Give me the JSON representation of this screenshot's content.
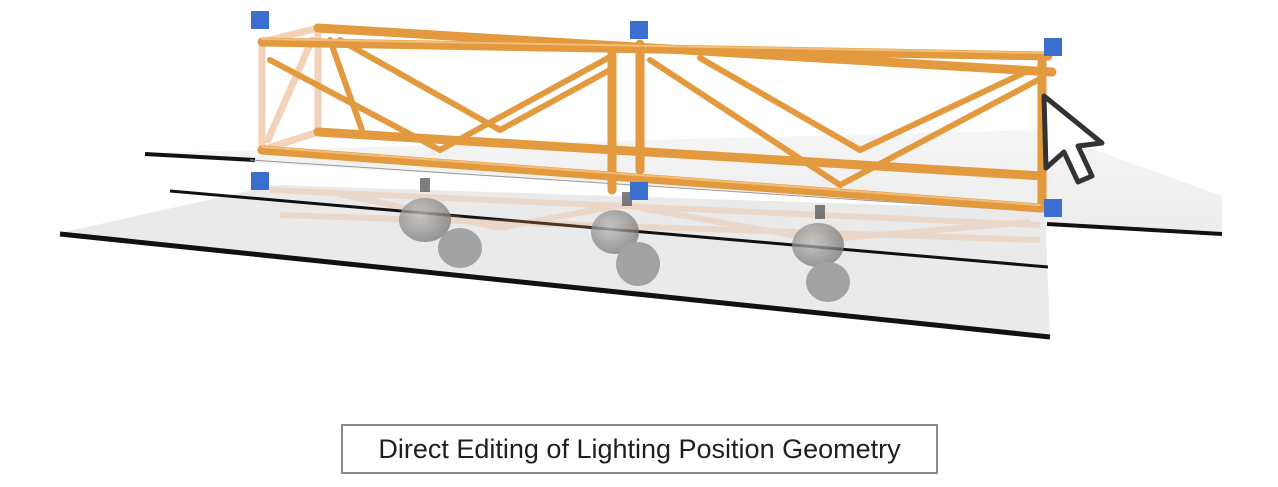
{
  "caption": {
    "text": "Direct Editing of Lighting Position Geometry"
  },
  "scene": {
    "object": "truss",
    "truss_color": "#E39A3E",
    "handle_color": "#3A6FD0",
    "handle_count": 6,
    "fixture_count": 3,
    "cursor_icon": "arrow-cursor-icon"
  }
}
